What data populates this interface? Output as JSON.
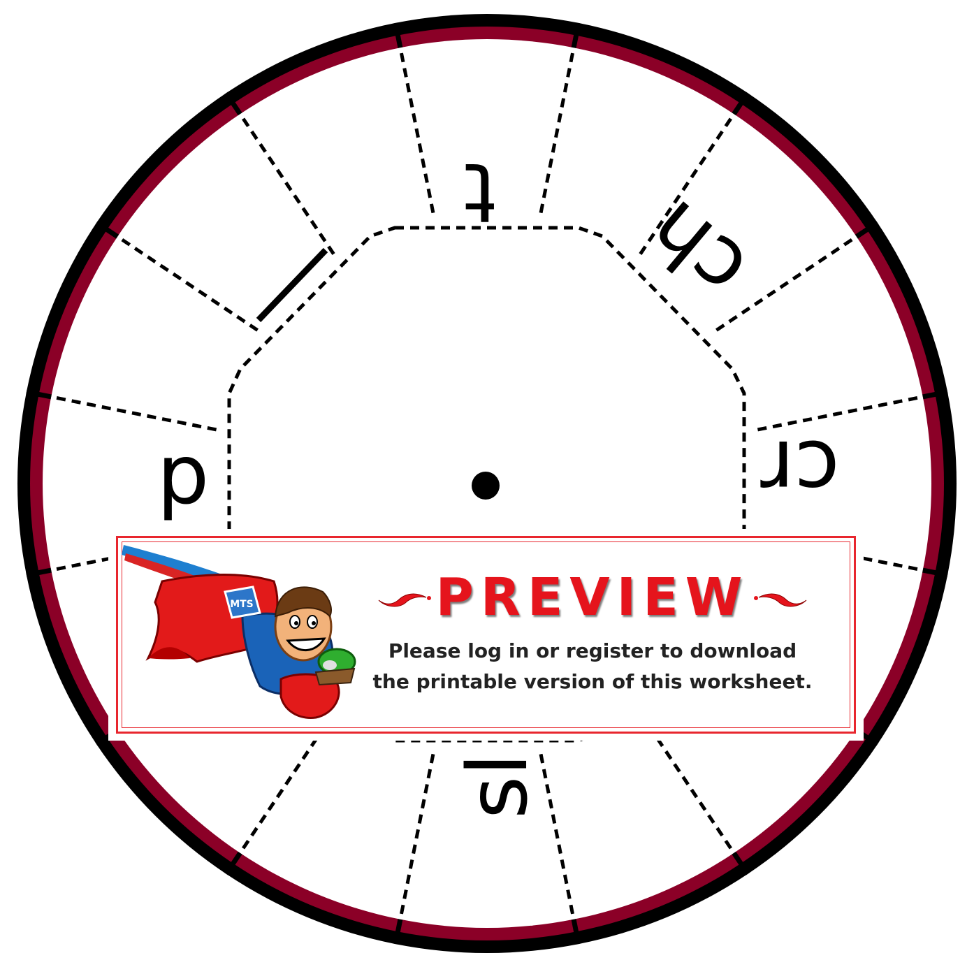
{
  "wheel": {
    "ring_colors": {
      "outer": "#000000",
      "inner": "#8b0027",
      "face": "#ffffff"
    },
    "letters": [
      {
        "id": "top",
        "text": "t"
      },
      {
        "id": "upper-right",
        "text": "ch"
      },
      {
        "id": "right",
        "text": "cr"
      },
      {
        "id": "bottom",
        "text": "sl"
      },
      {
        "id": "left",
        "text": "p"
      },
      {
        "id": "upper-left",
        "text": "l"
      }
    ],
    "center_icon": "center-pin-dot"
  },
  "banner": {
    "title": "PREVIEW",
    "message_line1": "Please log in or register to download",
    "message_line2": "the printable version of this worksheet.",
    "mascot_badge": "MTS",
    "accent_color": "#e5141c"
  }
}
